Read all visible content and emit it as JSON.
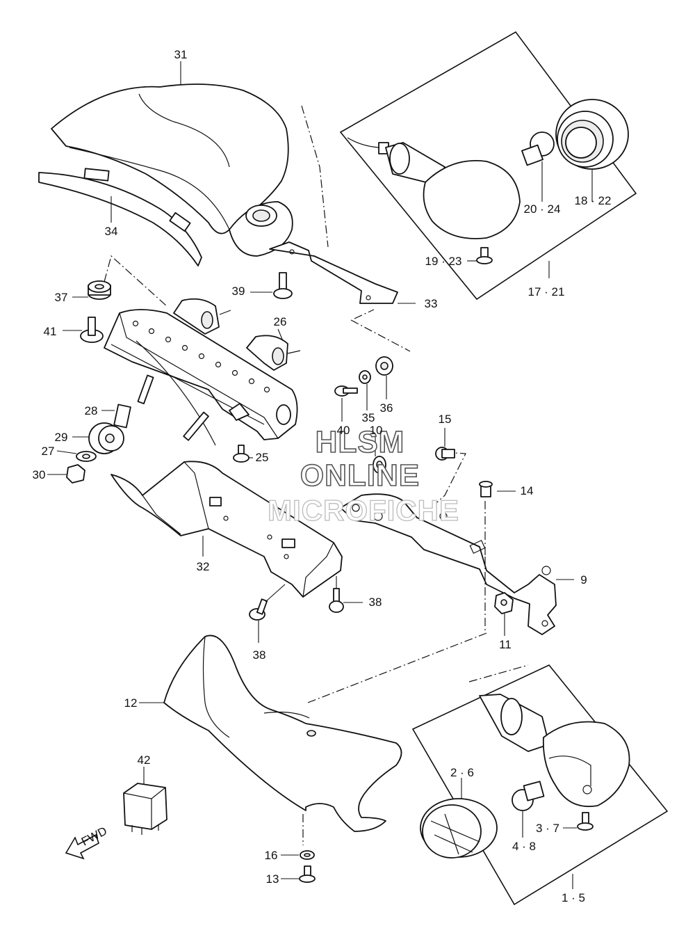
{
  "watermark": {
    "line1": "HLSM",
    "line2": "ONLINE",
    "line3": "MICROFICHE"
  },
  "direction_badge": "FWD",
  "callouts": [
    {
      "id": "c31",
      "text": "31"
    },
    {
      "id": "c34",
      "text": "34"
    },
    {
      "id": "c37",
      "text": "37"
    },
    {
      "id": "c41",
      "text": "41"
    },
    {
      "id": "c39",
      "text": "39"
    },
    {
      "id": "c33",
      "text": "33"
    },
    {
      "id": "c26",
      "text": "26"
    },
    {
      "id": "c28",
      "text": "28"
    },
    {
      "id": "c29",
      "text": "29"
    },
    {
      "id": "c27",
      "text": "27"
    },
    {
      "id": "c30",
      "text": "30"
    },
    {
      "id": "c25",
      "text": "25"
    },
    {
      "id": "c40",
      "text": "40"
    },
    {
      "id": "c35",
      "text": "35"
    },
    {
      "id": "c36",
      "text": "36"
    },
    {
      "id": "c10",
      "text": "10"
    },
    {
      "id": "c15",
      "text": "15"
    },
    {
      "id": "c14",
      "text": "14"
    },
    {
      "id": "c9",
      "text": "9"
    },
    {
      "id": "c11",
      "text": "11"
    },
    {
      "id": "c32",
      "text": "32"
    },
    {
      "id": "c38a",
      "text": "38"
    },
    {
      "id": "c38b",
      "text": "38"
    },
    {
      "id": "c12",
      "text": "12"
    },
    {
      "id": "c42",
      "text": "42"
    },
    {
      "id": "c16",
      "text": "16"
    },
    {
      "id": "c13",
      "text": "13"
    },
    {
      "id": "c19_23",
      "text": "19 · 23"
    },
    {
      "id": "c17_21",
      "text": "17 · 21"
    },
    {
      "id": "c20_24",
      "text": "20 · 24"
    },
    {
      "id": "c18_22",
      "text": "18 · 22"
    },
    {
      "id": "c2_6",
      "text": "2 · 6"
    },
    {
      "id": "c3_7",
      "text": "3 · 7"
    },
    {
      "id": "c4_8",
      "text": "4 · 8"
    },
    {
      "id": "c1_5",
      "text": "1 · 5"
    }
  ]
}
